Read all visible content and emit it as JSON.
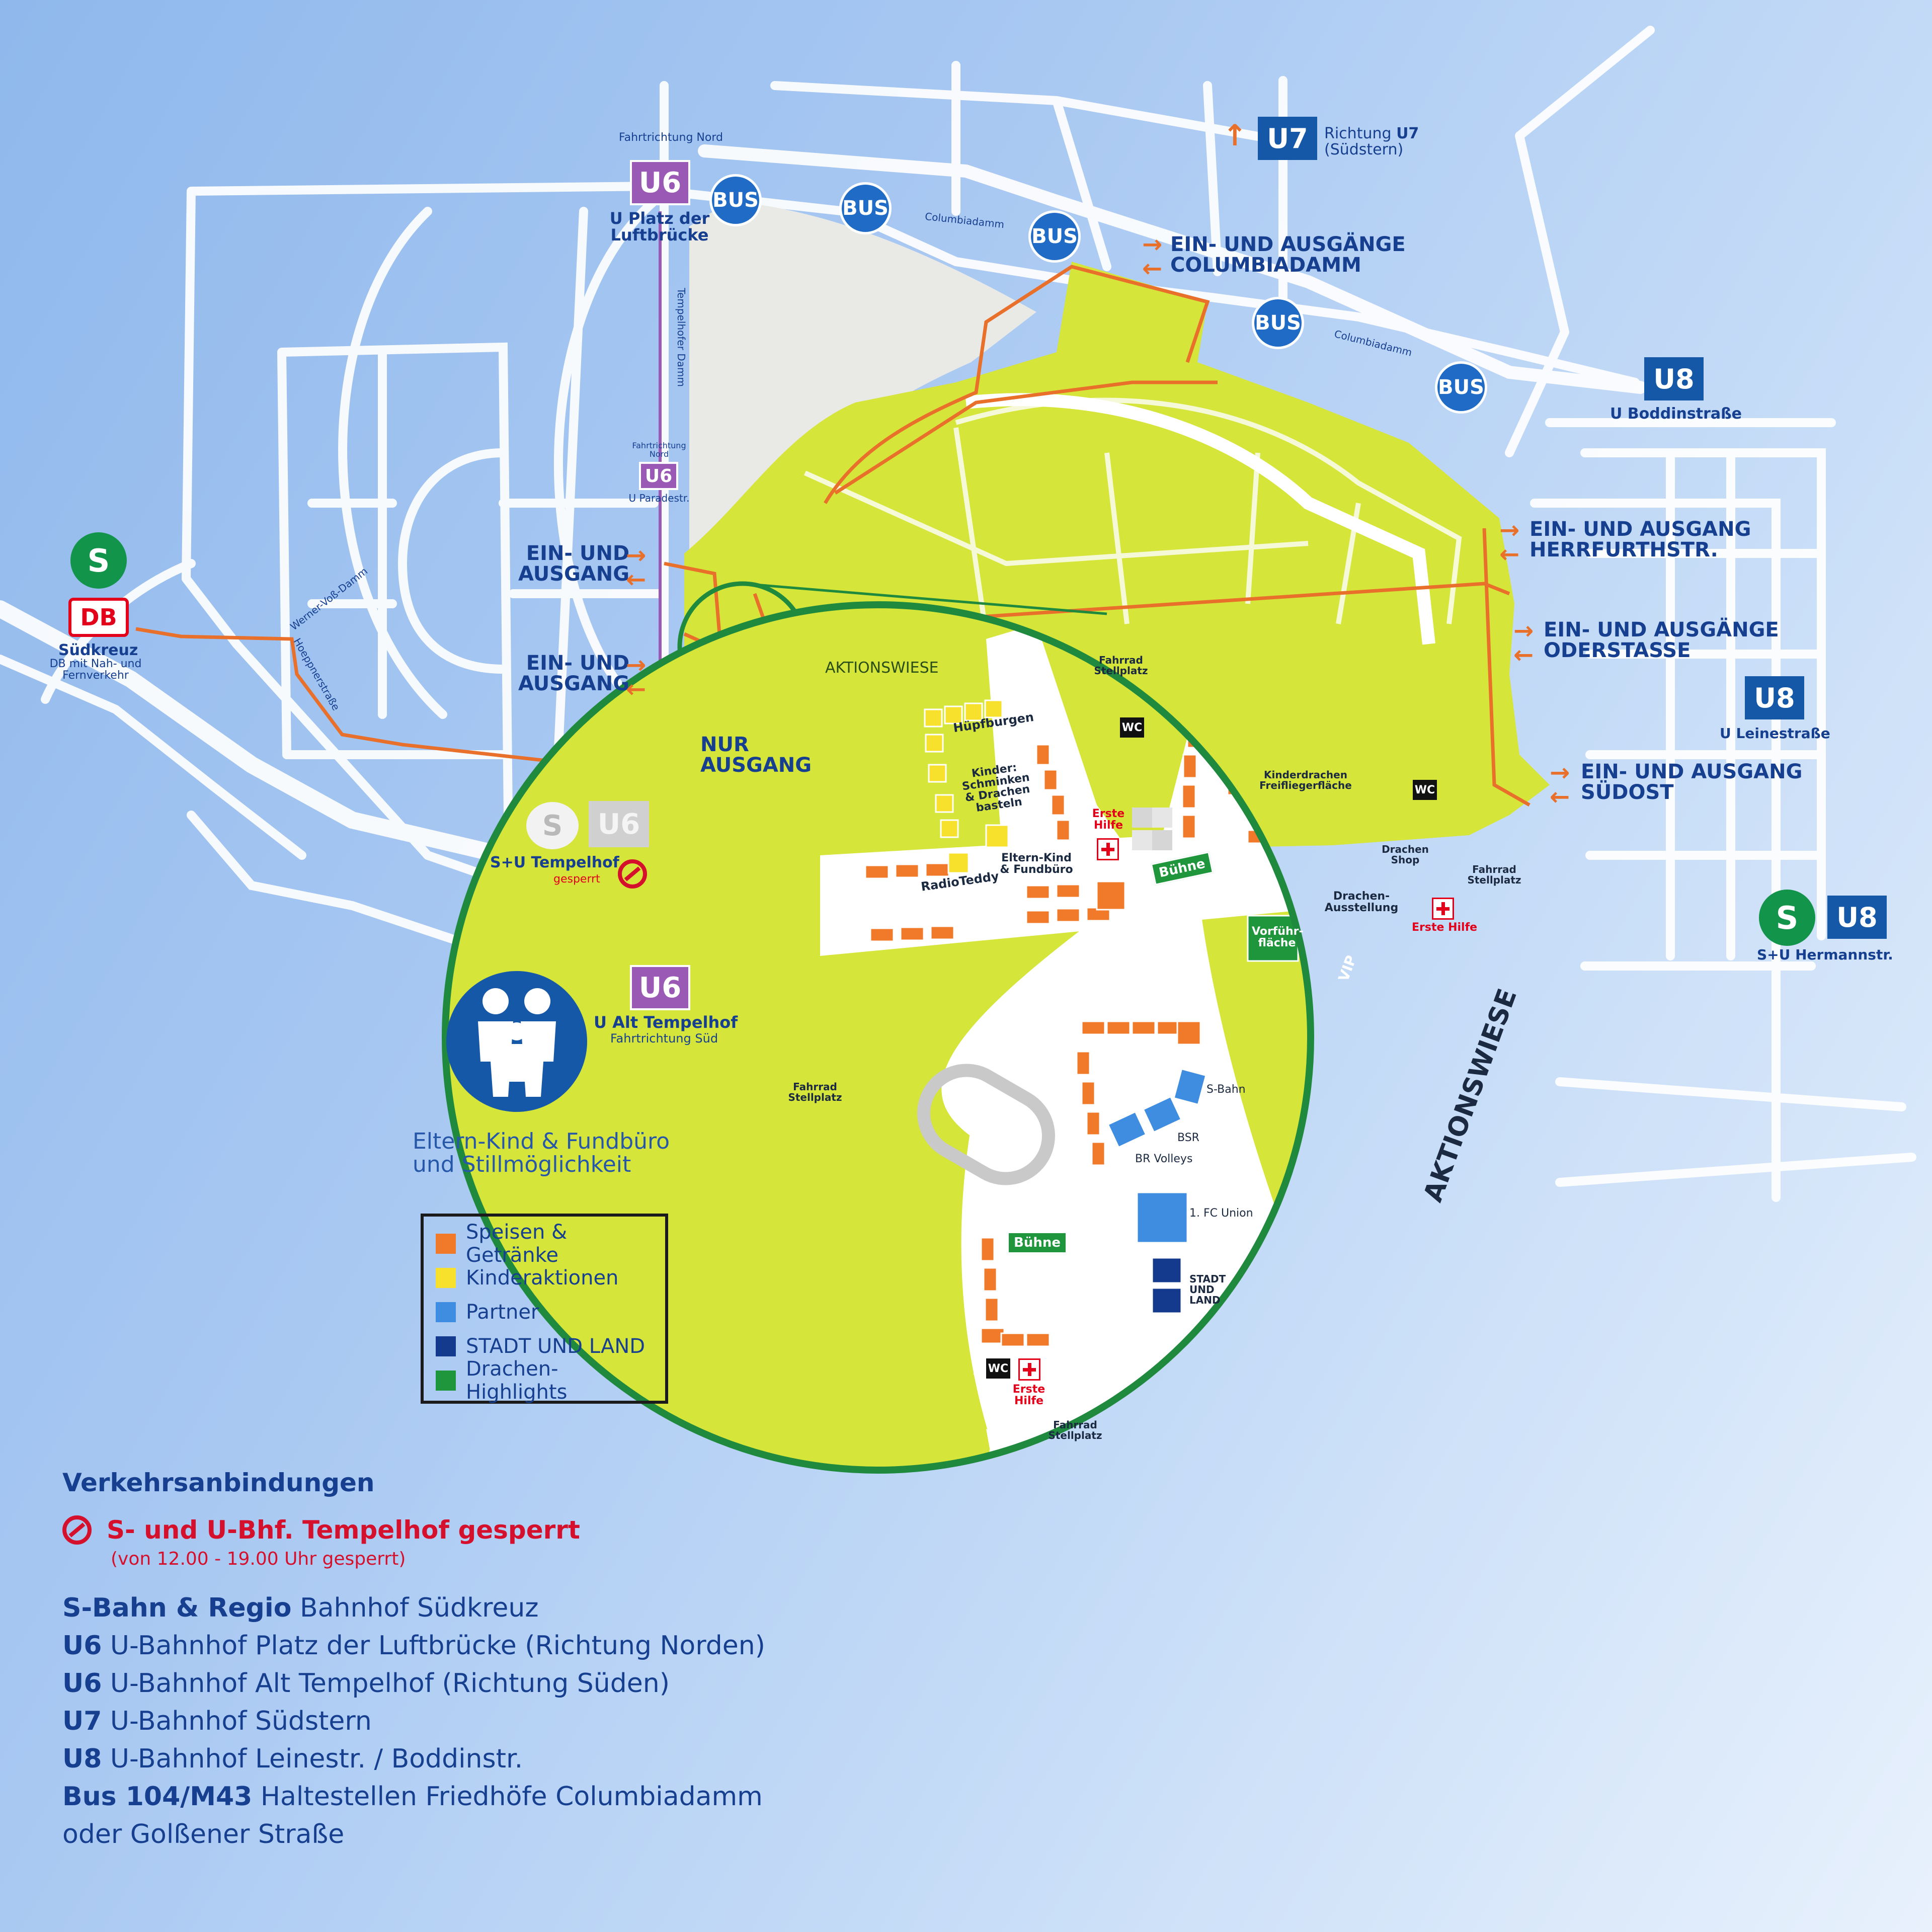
{
  "stations": {
    "u6_north": {
      "badge": "U6",
      "direction": "Fahrtrichtung Nord",
      "name": "U Platz der Luftbrücke"
    },
    "u6_mid": {
      "badge": "U6",
      "direction": "Fahrtrichtung Nord",
      "name": "U Paradestr."
    },
    "u6_south": {
      "badge": "U6",
      "name": "U Alt Tempelhof",
      "direction": "Fahrtrichtung Süd"
    },
    "u7": {
      "badge": "U7",
      "text_prefix": "Richtung ",
      "text_strong": "U7",
      "sub": "(Südstern)"
    },
    "u8_boddin": {
      "badge": "U8",
      "name": "U Boddinstraße"
    },
    "u8_leine": {
      "badge": "U8",
      "name": "U Leinestraße"
    },
    "hermann": {
      "s": "S",
      "badge": "U8",
      "name": "S+U Hermannstr."
    },
    "suedkreuz": {
      "s": "S",
      "db": "DB",
      "name": "Südkreuz",
      "sub": "DB mit Nah- und Fernverkehr"
    },
    "tempelhof": {
      "s": "S",
      "badge": "U6",
      "name": "S+U Tempelhof",
      "status": "gesperrt"
    },
    "bus_label": "BUS"
  },
  "streets": {
    "columbiadamm_1": "Columbiadamm",
    "columbiadamm_2": "Columbiadamm",
    "tempelhofer_damm": "Tempelhofer Damm",
    "werner_voss": "Werner-Voß-Damm",
    "hoeppner": "Hoeppnerstraße"
  },
  "entrances": {
    "columbia": {
      "line1": "EIN- UND AUSGÄNGE",
      "line2": "COLUMBIADAMM"
    },
    "herrfurth": {
      "line1": "EIN- UND AUSGANG",
      "line2": "HERRFURTHSTR."
    },
    "oder": {
      "line1": "EIN- UND AUSGÄNGE",
      "line2": "ODERSTASSE"
    },
    "suedost": {
      "line1": "EIN- UND AUSGANG",
      "line2": "SÜDOST"
    },
    "west1": {
      "line1": "EIN- UND",
      "line2": "AUSGANG"
    },
    "west2": {
      "line1": "EIN- UND",
      "line2": "AUSGANG"
    },
    "exit_only": {
      "line1": "NUR",
      "line2": "AUSGANG"
    }
  },
  "field_label": "AKTIONSWIESE",
  "detail": {
    "fahrrad": "Fahrrad Stellplatz",
    "wc": "WC",
    "huepfburgen": "Hüpfburgen",
    "schminken": "Kinder: Schminken & Drachen basteln",
    "radioteddy": "RadioTeddy",
    "eltern_kind": "Eltern-Kind & Fundbüro",
    "erste_hilfe": "Erste Hilfe",
    "buehne": "Bühne",
    "kinderdrachen": "Kinderdrachen Freifliegerfläche",
    "drachen_shop": "Drachen Shop",
    "drachen_ausstellung": "Drachen- Ausstellung",
    "vorfuehr": "Vorführ- fläche",
    "vip": "VIP",
    "aktionswiese": "AKTIONSWIESE",
    "sbahn": "S-Bahn",
    "bsr": "BSR",
    "br_volleys": "BR Volleys",
    "fc_union": "1. FC Union",
    "stadt_und_land": "STADT UND LAND"
  },
  "family_caption": {
    "line1": "Eltern-Kind & Fundbüro",
    "line2": "und Stillmöglichkeit"
  },
  "legend": [
    {
      "label": "Speisen & Getränke",
      "color": "#f07a2a"
    },
    {
      "label": "Kinderaktionen",
      "color": "#f7e12c"
    },
    {
      "label": "Partner",
      "color": "#3f8de0"
    },
    {
      "label": "STADT UND LAND",
      "color": "#133a8c"
    },
    {
      "label": "Drachen-Highlights",
      "color": "#20963c"
    }
  ],
  "connections": {
    "heading": "Verkehrsanbindungen",
    "closed": "S- und U-Bhf. Tempelhof gesperrt",
    "closed_note": "(von 12.00 - 19.00 Uhr gesperrt)",
    "lines": [
      {
        "strong": "S-Bahn & Regio",
        "text": " Bahnhof Südkreuz"
      },
      {
        "strong": "U6",
        "text": " U-Bahnhof Platz der Luftbrücke (Richtung Norden)"
      },
      {
        "strong": "U6",
        "text": " U-Bahnhof Alt Tempelhof (Richtung Süden)"
      },
      {
        "strong": "U7",
        "text": " U-Bahnhof Südstern"
      },
      {
        "strong": "U8",
        "text": " U-Bahnhof Leinestr. / Boddinstr."
      },
      {
        "strong": "Bus 104/M43",
        "text": "  Haltestellen Friedhöfe Columbiadamm"
      },
      {
        "strong": "",
        "text": "oder Golßener Straße"
      }
    ]
  }
}
